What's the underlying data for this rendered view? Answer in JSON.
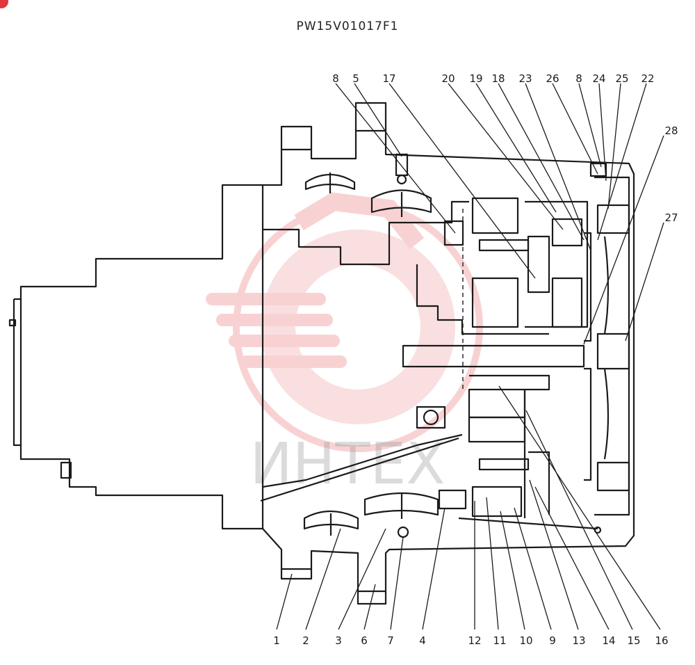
{
  "drawing_code": "PW15V01017F1",
  "watermark": {
    "text": "ИНТЕХ",
    "color": "#e0353b"
  },
  "colors": {
    "line": "#1a1a1a",
    "corner_mark": "#e0353b"
  },
  "part_numbers_top": [
    "8",
    "5",
    "17",
    "20",
    "19",
    "18",
    "23",
    "26",
    "8",
    "24",
    "25",
    "22"
  ],
  "part_numbers_right": [
    "28",
    "27"
  ],
  "part_numbers_bottom": [
    "1",
    "2",
    "3",
    "6",
    "7",
    "4",
    "12",
    "11",
    "10",
    "9",
    "13",
    "14",
    "15",
    "16"
  ]
}
